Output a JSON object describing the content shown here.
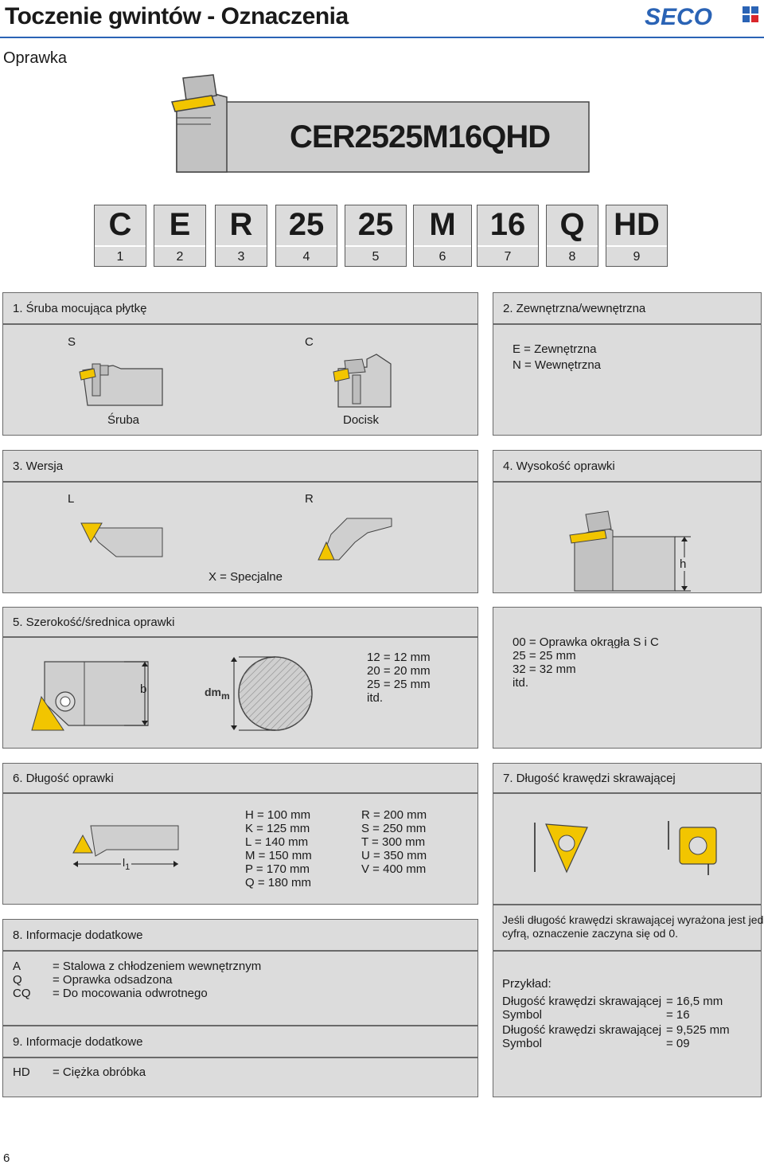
{
  "header": {
    "title": "Toczenie gwintów - Oznaczenia",
    "subtitle": "Oprawka",
    "logo_text": "SECO"
  },
  "code": "CER2525M16QHD",
  "segments": [
    {
      "value": "C",
      "index": "1"
    },
    {
      "value": "E",
      "index": "2"
    },
    {
      "value": "R",
      "index": "3"
    },
    {
      "value": "25",
      "index": "4"
    },
    {
      "value": "25",
      "index": "5"
    },
    {
      "value": "M",
      "index": "6"
    },
    {
      "value": "16",
      "index": "7"
    },
    {
      "value": "Q",
      "index": "8"
    },
    {
      "value": "HD",
      "index": "9"
    }
  ],
  "s1": {
    "title": "1. Śruba mocująca płytkę",
    "opt_s": "S",
    "opt_c": "C",
    "cap_s": "Śruba",
    "cap_c": "Docisk"
  },
  "s2": {
    "title": "2. Zewnętrzna/wewnętrzna",
    "line1": "E = Zewnętrzna",
    "line2": "N = Wewnętrzna"
  },
  "s3": {
    "title": "3. Wersja",
    "opt_l": "L",
    "opt_r": "R",
    "note": "X = Specjalne"
  },
  "s4": {
    "title": "4. Wysokość oprawki",
    "label_h": "h"
  },
  "s5": {
    "title": "5. Szerokość/średnica oprawki",
    "label_b": "b",
    "label_dm": "dm",
    "label_dm_sub": "m",
    "values": [
      "12 = 12 mm",
      "20 = 20 mm",
      "25 = 25 mm",
      "itd."
    ],
    "right": [
      "00 = Oprawka okrągła S i C",
      "25 = 25 mm",
      "32 = 32 mm",
      "itd."
    ]
  },
  "s6": {
    "title": "6. Długość oprawki",
    "label_l": "l",
    "label_l_sub": "1",
    "col1": [
      "H = 100 mm",
      "K = 125 mm",
      "L = 140 mm",
      "M = 150 mm",
      "P = 170 mm",
      "Q = 180 mm"
    ],
    "col2": [
      "R = 200 mm",
      "S = 250 mm",
      "T = 300 mm",
      "U = 350 mm",
      "V = 400 mm"
    ]
  },
  "s7": {
    "title": "7. Długość krawędzi skrawającej",
    "note1": "Jeśli długość krawędzi skrawającej wyrażona jest jedną",
    "note2": "cyfrą, oznaczenie zaczyna się od 0.",
    "example_title": "Przykład:",
    "rows": [
      {
        "label": "Długość krawędzi skrawającej",
        "value": "= 16,5 mm"
      },
      {
        "label": "Symbol",
        "value": "= 16"
      },
      {
        "label": "Długość krawędzi skrawającej",
        "value": "= 9,525 mm"
      },
      {
        "label": "Symbol",
        "value": "= 09"
      }
    ]
  },
  "s8": {
    "title": "8. Informacje dodatkowe",
    "codes": [
      "A",
      "Q",
      "CQ"
    ],
    "descs": [
      "= Stalowa z chłodzeniem wewnętrznym",
      "= Oprawka odsadzona",
      "= Do mocowania odwrotnego"
    ]
  },
  "s9": {
    "title": "9. Informacje dodatkowe",
    "code": "HD",
    "desc": "= Ciężka obróbka"
  },
  "page_number": "6",
  "colors": {
    "panel": "#dcdcdc",
    "insert": "#f2c500",
    "brand_blue": "#2a63b5",
    "brand_red": "#d9262b"
  }
}
